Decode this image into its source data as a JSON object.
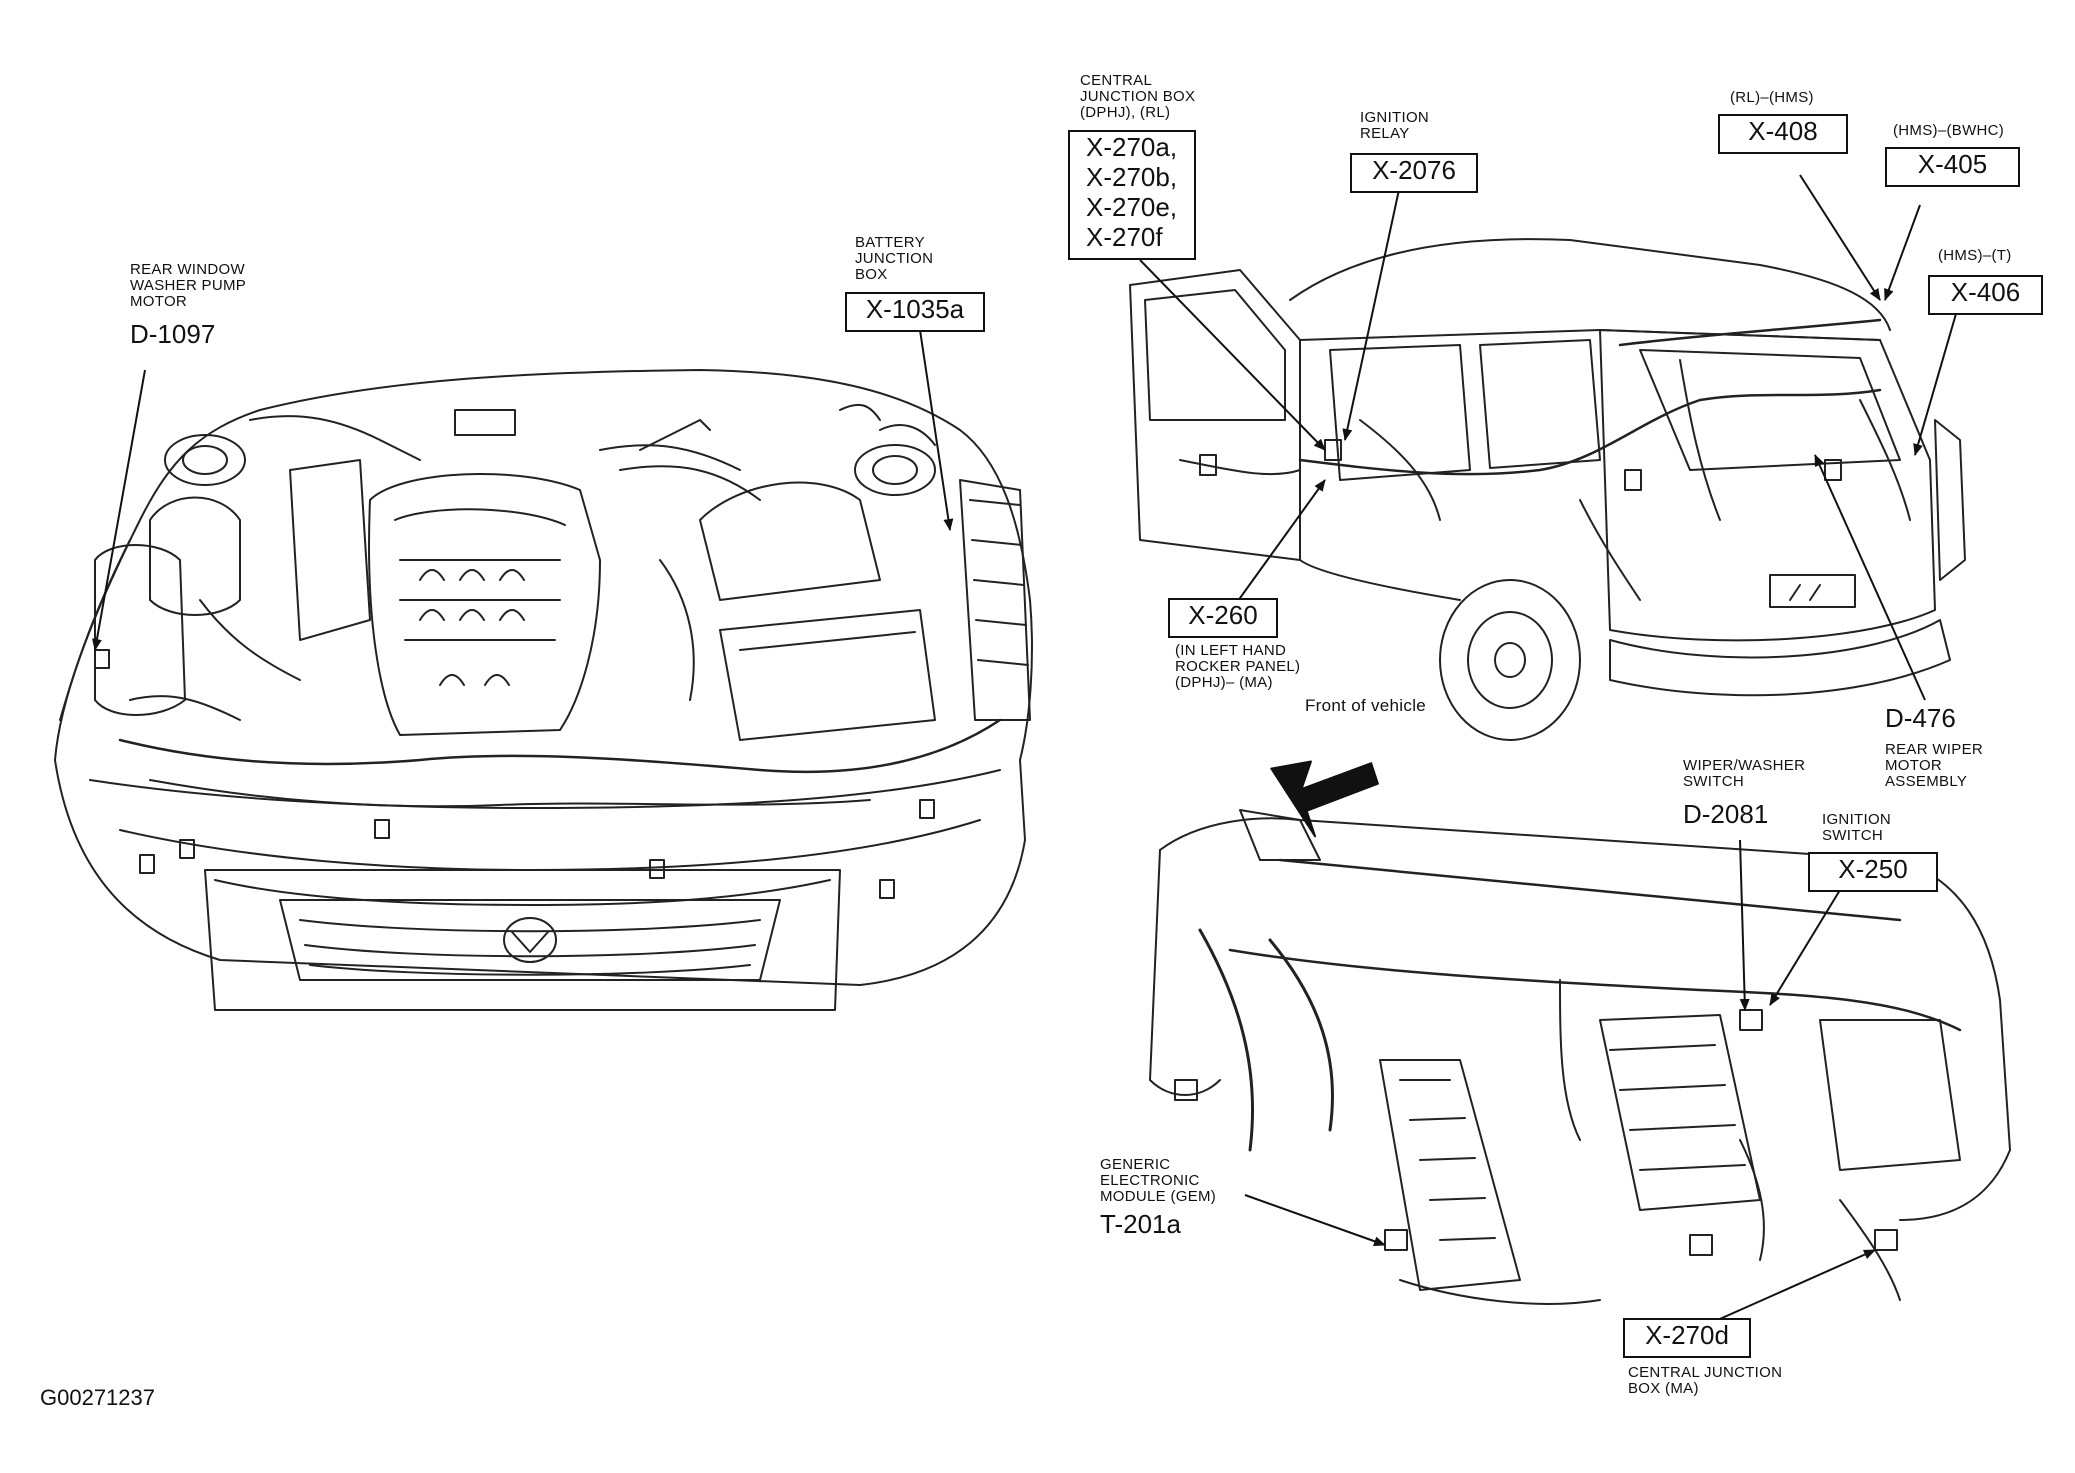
{
  "figure_id": "G00271237",
  "front_of_vehicle": "Front of vehicle",
  "components": {
    "rear_washer": {
      "description": "REAR WINDOW\nWASHER PUMP\nMOTOR",
      "code": "D-1097"
    },
    "battery_junction": {
      "description": "BATTERY\nJUNCTION\nBOX",
      "code": "X-1035a"
    },
    "central_junction_dphj": {
      "description": "CENTRAL\nJUNCTION BOX\n(DPHJ), (RL)",
      "code": "X-270a,\nX-270b,\nX-270e,\nX-270f"
    },
    "ignition_relay": {
      "description": "IGNITION\nRELAY",
      "code": "X-2076"
    },
    "x408": {
      "description": "(RL)–(HMS)",
      "code": "X-408"
    },
    "x405": {
      "description": "(HMS)–(BWHC)",
      "code": "X-405"
    },
    "x406": {
      "description": "(HMS)–(T)",
      "code": "X-406"
    },
    "x260": {
      "description": "(IN LEFT HAND\nROCKER PANEL)\n(DPHJ)– (MA)",
      "code": "X-260"
    },
    "rear_wiper": {
      "description": "REAR WIPER\nMOTOR\nASSEMBLY",
      "code": "D-476"
    },
    "wiper_switch": {
      "description": "WIPER/WASHER\nSWITCH",
      "code": "D-2081"
    },
    "ignition_switch": {
      "description": "IGNITION\nSWITCH",
      "code": "X-250"
    },
    "gem": {
      "description": "GENERIC\nELECTRONIC\nMODULE (GEM)",
      "code": "T-201a"
    },
    "central_junction_ma": {
      "description": "CENTRAL JUNCTION\nBOX (MA)",
      "code": "X-270d"
    }
  }
}
